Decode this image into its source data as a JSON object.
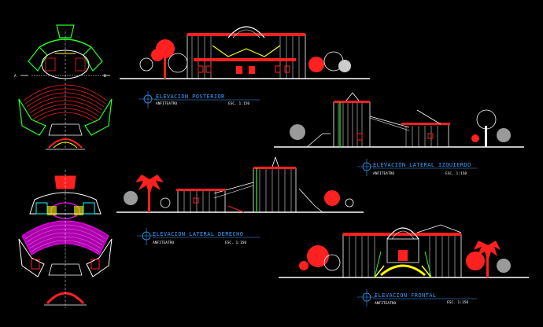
{
  "drawing": {
    "background": "#000000",
    "colors": {
      "red": "#ff2020",
      "white": "#ffffff",
      "yellow": "#ffff00",
      "green": "#22ff22",
      "magenta": "#ff00ff",
      "cyan": "#00ffff",
      "blue": "#3aa0ff",
      "gray": "#9a9a9a"
    }
  },
  "labels": {
    "posterior": {
      "title": "ELEVACION POSTERIOR",
      "subtitle": "ANFITEATRO",
      "scale": "ESC. 1:150"
    },
    "izquierdo": {
      "title": "ELEVACION LATERAL IZQUIERDO",
      "subtitle": "ANFITEATRO",
      "scale": "ESC. 1:150"
    },
    "derecho": {
      "title": "ELEVACION LATERAL DERECHO",
      "subtitle": "ANFITEATRO",
      "scale": "ESC. 1:150"
    },
    "frontal": {
      "title": "ELEVACION FRONTAL",
      "subtitle": "ANFITEATRO",
      "scale": "ESC. 1:150"
    }
  },
  "plan_marks": {
    "left": "A",
    "right": "B"
  }
}
